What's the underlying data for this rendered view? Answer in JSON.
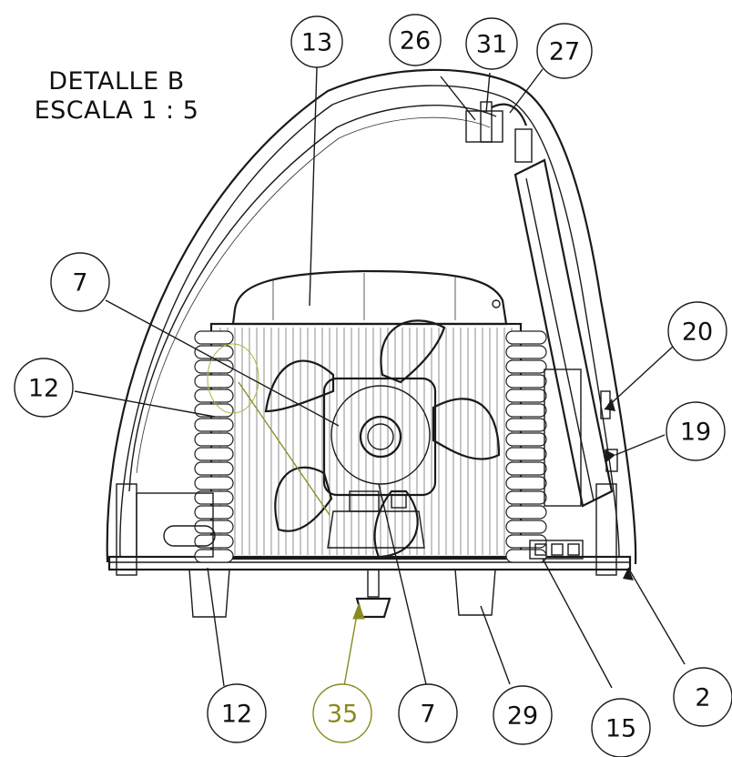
{
  "title": {
    "line1": "DETALLE B",
    "line2": "ESCALA 1 : 5"
  },
  "callouts": [
    {
      "id": "c13",
      "label": "13"
    },
    {
      "id": "c26",
      "label": "26"
    },
    {
      "id": "c31",
      "label": "31"
    },
    {
      "id": "c27",
      "label": "27"
    },
    {
      "id": "c7a",
      "label": "7"
    },
    {
      "id": "c12a",
      "label": "12"
    },
    {
      "id": "c20",
      "label": "20"
    },
    {
      "id": "c19",
      "label": "19"
    },
    {
      "id": "c12b",
      "label": "12"
    },
    {
      "id": "c35",
      "label": "35"
    },
    {
      "id": "c7b",
      "label": "7"
    },
    {
      "id": "c29",
      "label": "29"
    },
    {
      "id": "c15",
      "label": "15"
    },
    {
      "id": "c2",
      "label": "2"
    }
  ],
  "colors": {
    "line": "#1a1a1a",
    "highlight": "#8a8a20"
  }
}
